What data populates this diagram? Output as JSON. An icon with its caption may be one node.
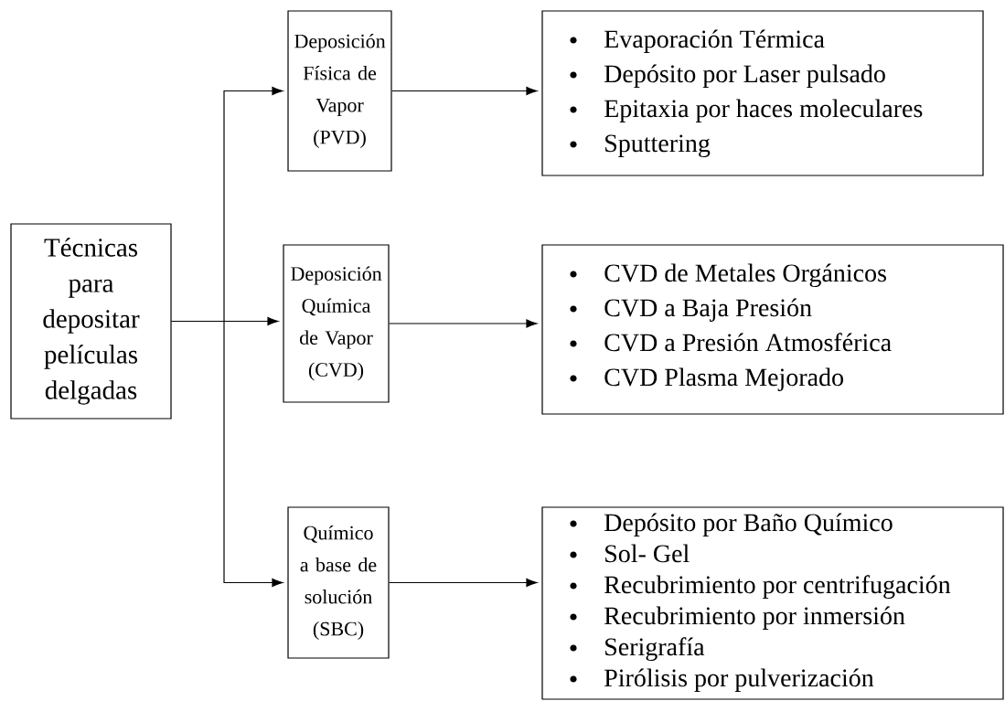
{
  "diagram": {
    "nodes": [
      {
        "text": [
          "Técnicas para depositar películas delgadas"
        ]
      },
      {
        "text": [
          "Deposición Física de Vapor (PVD)"
        ]
      },
      {
        "text": [
          "Deposición Química de Vapor (CVD)"
        ]
      },
      {
        "text": [
          "Químico a base de solución (SBC)"
        ]
      },
      {
        "text": [
          "Evaporación Térmica",
          "Depósito por Laser pulsado",
          "Epitaxia por haces moleculares",
          "Sputtering"
        ]
      },
      {
        "text": [
          "CVD de Metales Orgánicos",
          "CVD a Baja Presión",
          "CVD a Presión Atmosférica",
          "CVD Plasma Mejorado"
        ]
      },
      {
        "text": [
          "Depósito por Baño Químico",
          "Sol- Gel",
          "Recubrimiento por centrifugación",
          "Recubrimiento por inmersión",
          "Serigrafía",
          "Pirólisis por pulverización"
        ]
      }
    ],
    "edges": [
      {
        "from": 0,
        "to": 1,
        "arrow": "to"
      },
      {
        "from": 0,
        "to": 2,
        "arrow": "to"
      },
      {
        "from": 0,
        "to": 3,
        "arrow": "to"
      },
      {
        "from": 1,
        "to": 4,
        "arrow": "to"
      },
      {
        "from": 2,
        "to": 5,
        "arrow": "to"
      },
      {
        "from": 3,
        "to": 6,
        "arrow": "to"
      }
    ]
  }
}
